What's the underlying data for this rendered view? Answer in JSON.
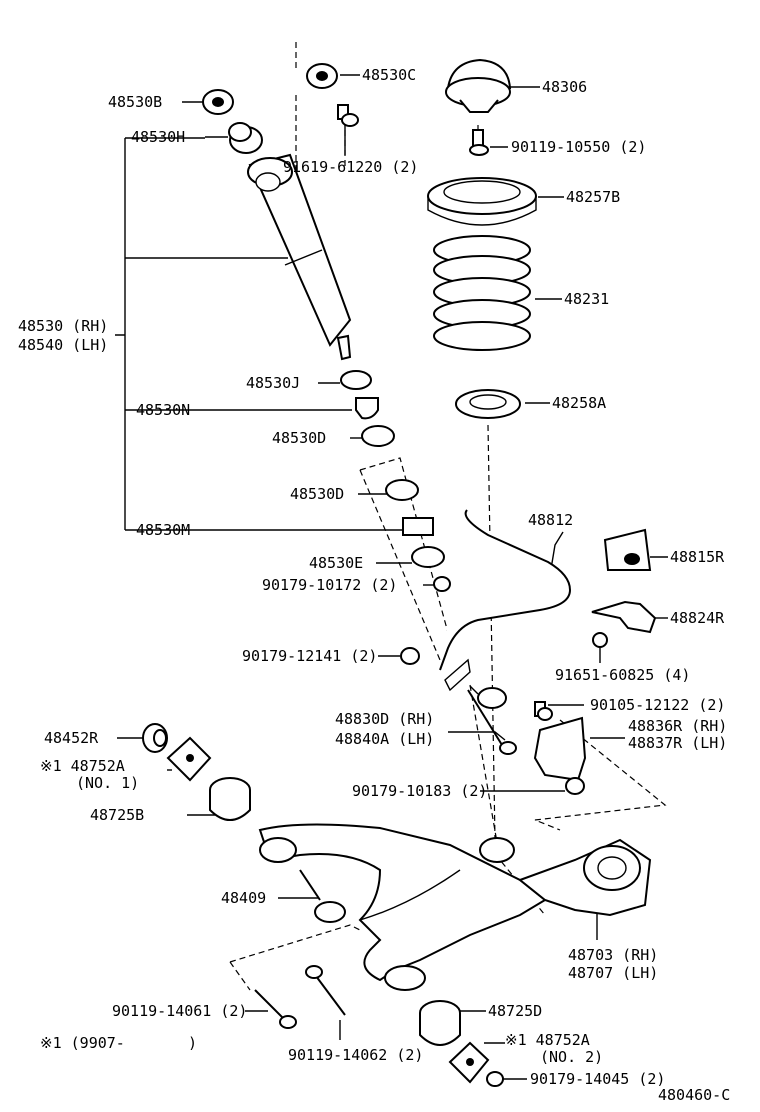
{
  "labels": {
    "p48530C": "48530C",
    "p48306": "48306",
    "p48530B": "48530B",
    "p48530H": "48530H",
    "p91619": "91619-61220 (2)",
    "p90119_10550": "90119-10550 (2)",
    "p48257B": "48257B",
    "p48231": "48231",
    "p48530_rh": "48530 (RH)",
    "p48540_lh": "48540 (LH)",
    "p48530J": "48530J",
    "p48530N": "48530N",
    "p48258A": "48258A",
    "p48530D_a": "48530D",
    "p48530D_b": "48530D",
    "p48812": "48812",
    "p48530M": "48530M",
    "p48815R": "48815R",
    "p48530E": "48530E",
    "p90179_10172": "90179-10172 (2)",
    "p48824R": "48824R",
    "p90179_12141": "90179-12141 (2)",
    "p91651": "91651-60825 (4)",
    "p90105": "90105-12122 (2)",
    "p48830D": "48830D (RH)",
    "p48840A": "48840A (LH)",
    "p48836R": "48836R (RH)",
    "p48837R": "48837R (LH)",
    "p48452R": "48452R",
    "p48752A_1": "※1 48752A",
    "p48752A_1_no": "(NO. 1)",
    "p90179_10183": "90179-10183 (2)",
    "p48725B": "48725B",
    "p48409": "48409",
    "p48703": "48703 (RH)",
    "p48707": "48707 (LH)",
    "p90119_14061": "90119-14061 (2)",
    "p48725D": "48725D",
    "p48752A_2": "※1 48752A",
    "p48752A_2_no": "(NO. 2)",
    "note": "※1 (9907-       )",
    "p90119_14062": "90119-14062 (2)",
    "p90179_14045": "90179-14045 (2)",
    "figure_id": "480460-C"
  }
}
